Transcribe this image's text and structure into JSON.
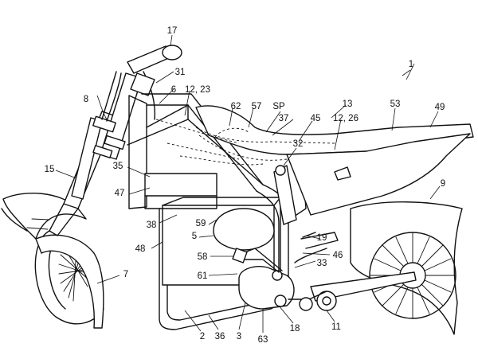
{
  "figure": {
    "ref_main": "1"
  },
  "labels": [
    {
      "id": "l17",
      "text": "17"
    },
    {
      "id": "l31",
      "text": "31"
    },
    {
      "id": "l6",
      "text": "6"
    },
    {
      "id": "l12_23",
      "text": "12, 23"
    },
    {
      "id": "l8",
      "text": "8"
    },
    {
      "id": "l62",
      "text": "62"
    },
    {
      "id": "l57",
      "text": "57"
    },
    {
      "id": "lSP",
      "text": "SP"
    },
    {
      "id": "l37",
      "text": "37"
    },
    {
      "id": "l45",
      "text": "45"
    },
    {
      "id": "l12_26",
      "text": "12, 26"
    },
    {
      "id": "l13",
      "text": "13"
    },
    {
      "id": "l53",
      "text": "53"
    },
    {
      "id": "l49",
      "text": "49"
    },
    {
      "id": "l1",
      "text": "1"
    },
    {
      "id": "l15",
      "text": "15"
    },
    {
      "id": "l35",
      "text": "35"
    },
    {
      "id": "l32",
      "text": "32"
    },
    {
      "id": "l47",
      "text": "47"
    },
    {
      "id": "l9",
      "text": "9"
    },
    {
      "id": "l38",
      "text": "38"
    },
    {
      "id": "l59",
      "text": "59"
    },
    {
      "id": "l5",
      "text": "5"
    },
    {
      "id": "l19",
      "text": "19"
    },
    {
      "id": "l48",
      "text": "48"
    },
    {
      "id": "l58",
      "text": "58"
    },
    {
      "id": "l46",
      "text": "46"
    },
    {
      "id": "l33",
      "text": "33"
    },
    {
      "id": "l61",
      "text": "61"
    },
    {
      "id": "l7",
      "text": "7"
    },
    {
      "id": "l2",
      "text": "2"
    },
    {
      "id": "l36",
      "text": "36"
    },
    {
      "id": "l3",
      "text": "3"
    },
    {
      "id": "l63",
      "text": "63"
    },
    {
      "id": "l18",
      "text": "18"
    },
    {
      "id": "l11",
      "text": "11"
    }
  ]
}
